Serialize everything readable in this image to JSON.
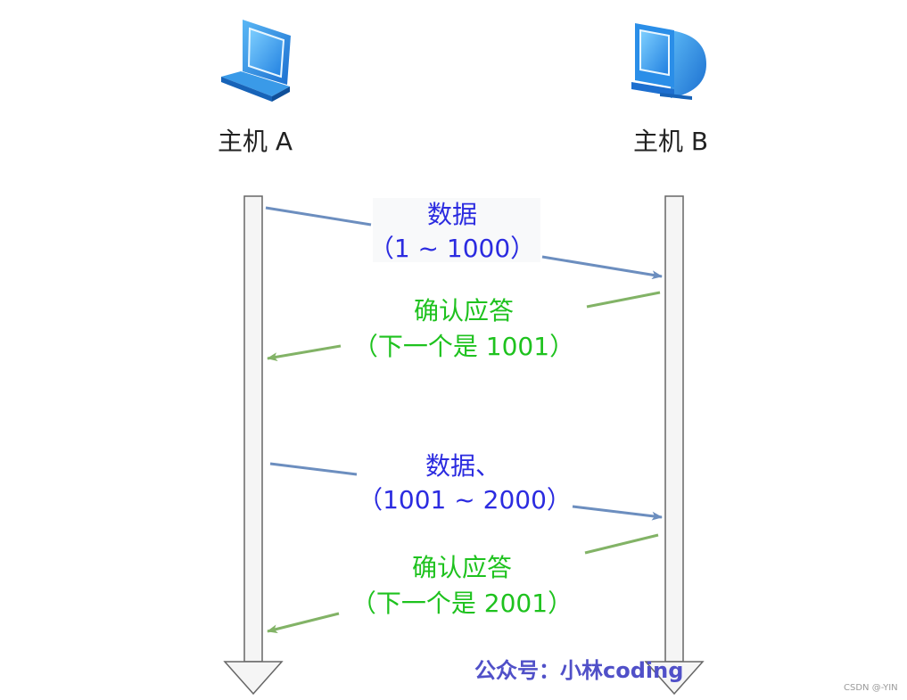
{
  "host_a": {
    "label": "主机 A",
    "icon": "laptop-icon"
  },
  "host_b": {
    "label": "主机 B",
    "icon": "desktop-computer-icon"
  },
  "messages": [
    {
      "kind": "data",
      "line1": "数据",
      "line2": "（1 ~ 1000）",
      "from": "A",
      "to": "B"
    },
    {
      "kind": "ack",
      "line1": "确认应答",
      "line2": "（下一个是 1001）",
      "from": "B",
      "to": "A"
    },
    {
      "kind": "data",
      "line1": "数据、",
      "line2": "（1001 ~ 2000）",
      "from": "A",
      "to": "B"
    },
    {
      "kind": "ack",
      "line1": "确认应答",
      "line2": "（下一个是 2001）",
      "from": "B",
      "to": "A"
    }
  ],
  "watermark": "公众号：小林coding",
  "credit": "CSDN @-YIN",
  "colors": {
    "data_text": "#2b2be0",
    "data_arrow": "#6c8ebf",
    "ack_text": "#1ec21e",
    "ack_arrow": "#82b366",
    "timeline_fill": "#f5f5f5",
    "timeline_stroke": "#666666",
    "icon_blue": "#2a8ee8"
  }
}
